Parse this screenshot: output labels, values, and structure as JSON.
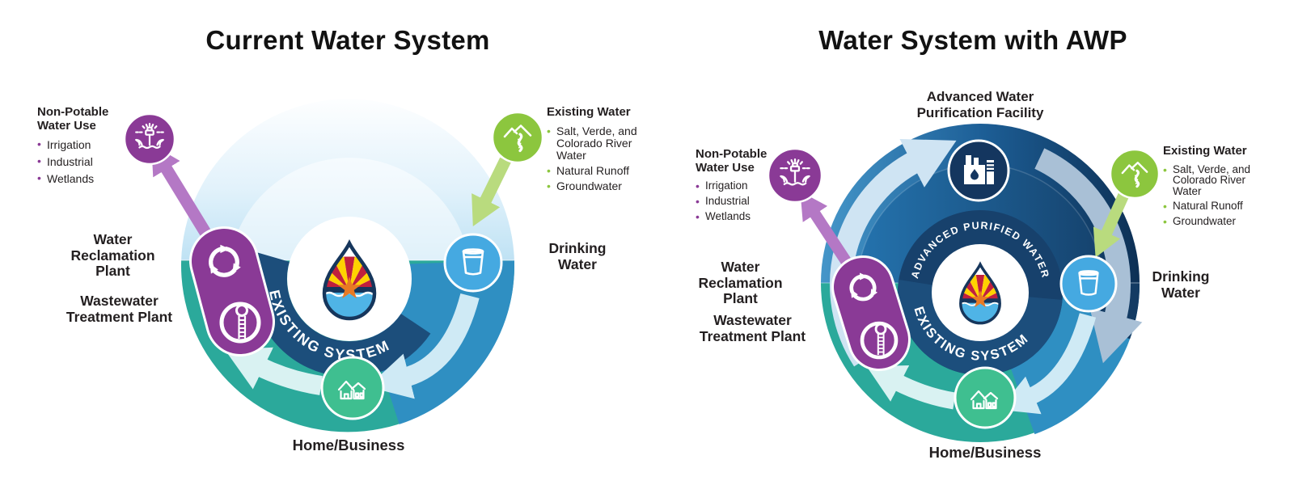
{
  "titles": {
    "left": "Current Water System",
    "right": "Water System with AWP"
  },
  "left": {
    "non_potable": {
      "heading": "Non-Potable Water Use",
      "items": [
        "Irrigation",
        "Industrial",
        "Wetlands"
      ]
    },
    "existing_water": {
      "heading": "Existing Water",
      "items": [
        "Salt, Verde, and Colorado River Water",
        "Natural Runoff",
        "Groundwater"
      ]
    },
    "labels": {
      "water_reclamation": "Water Reclamation Plant",
      "wastewater_treatment": "Wastewater Treatment Plant",
      "drinking_water": "Drinking Water",
      "home_business": "Home/Business"
    },
    "arc_text": {
      "existing_system": "EXISTING SYSTEM"
    }
  },
  "right": {
    "awp_facility": "Advanced Water Purification Facility",
    "non_potable": {
      "heading": "Non-Potable Water Use",
      "items": [
        "Irrigation",
        "Industrial",
        "Wetlands"
      ]
    },
    "existing_water": {
      "heading": "Existing Water",
      "items": [
        "Salt, Verde, and Colorado River Water",
        "Natural Runoff",
        "Groundwater"
      ]
    },
    "labels": {
      "water_reclamation": "Water Reclamation Plant",
      "wastewater_treatment": "Wastewater Treatment Plant",
      "drinking_water": "Drinking Water",
      "home_business": "Home/Business"
    },
    "arc_text": {
      "existing_system": "EXISTING SYSTEM",
      "advanced_purified": "ADVANCED PURIFIED WATER"
    }
  },
  "icons": {
    "non_potable": "sprinkler-icon",
    "existing_water": "mountains-river-icon",
    "water_reclamation": "recycle-icon",
    "wastewater_treatment": "wastewater-well-icon",
    "drinking_water": "drinking-glass-icon",
    "home_business": "houses-icon",
    "awp_facility": "factory-icon",
    "center": "az-water-drop-logo"
  },
  "colors": {
    "teal": "#2ba99b",
    "blue": "#2f8fc2",
    "navy_band": "#1c4e7b",
    "dark_navy": "#0d3055",
    "purple": "#8a3a96",
    "purple_arrow": "#b478c5",
    "green": "#8cc63e",
    "green_arrow": "#b9db7e",
    "light_blue_circle": "#45a9e1",
    "home_green": "#3fbf90",
    "pale_arrow": "#cfeaf5",
    "steel_arrow": "#a9c0d6",
    "factory_navy": "#14365f",
    "text": "#231f20"
  }
}
